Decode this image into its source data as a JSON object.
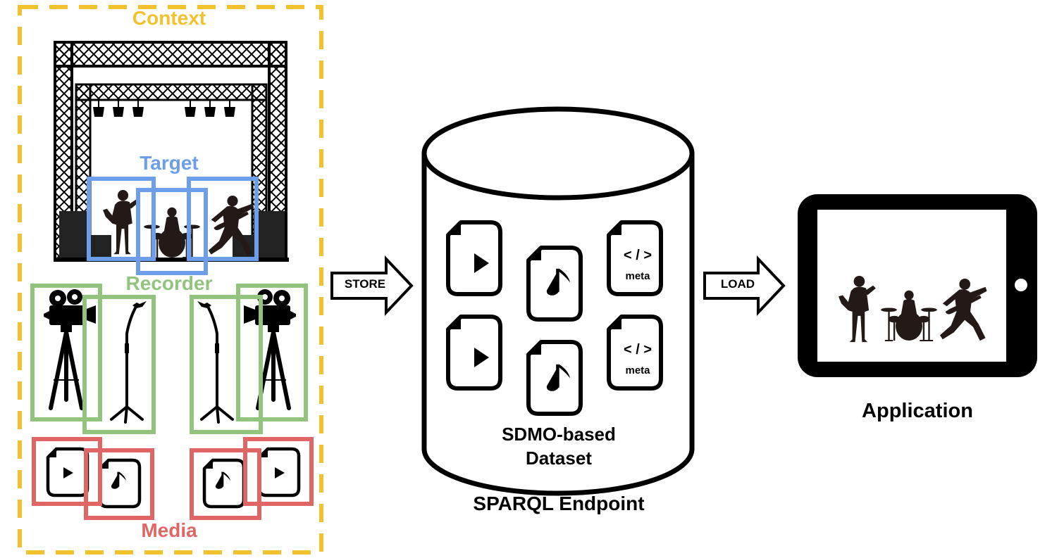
{
  "labels": {
    "context": "Context",
    "target": "Target",
    "recorder": "Recorder",
    "media": "Media",
    "store": "STORE",
    "load": "LOAD",
    "dataset": "SDMO-based Dataset",
    "endpoint": "SPARQL Endpoint",
    "application": "Application",
    "meta_tag": "< / >",
    "meta_word": "meta"
  },
  "colors": {
    "context": "#F2C12E",
    "target": "#6D9EEB",
    "recorder": "#93C47D",
    "media": "#E06666",
    "ink": "#000000",
    "silhouette": "#231a18"
  },
  "icons": {
    "stage": "concert-stage-truss-icon",
    "camera": "film-camera-on-tripod-icon",
    "microphone": "microphone-stand-icon",
    "video_file": "video-file-icon",
    "audio_file": "audio-file-icon",
    "meta_file": "metadata-file-icon",
    "database": "database-cylinder-icon",
    "tablet": "tablet-device-icon"
  }
}
